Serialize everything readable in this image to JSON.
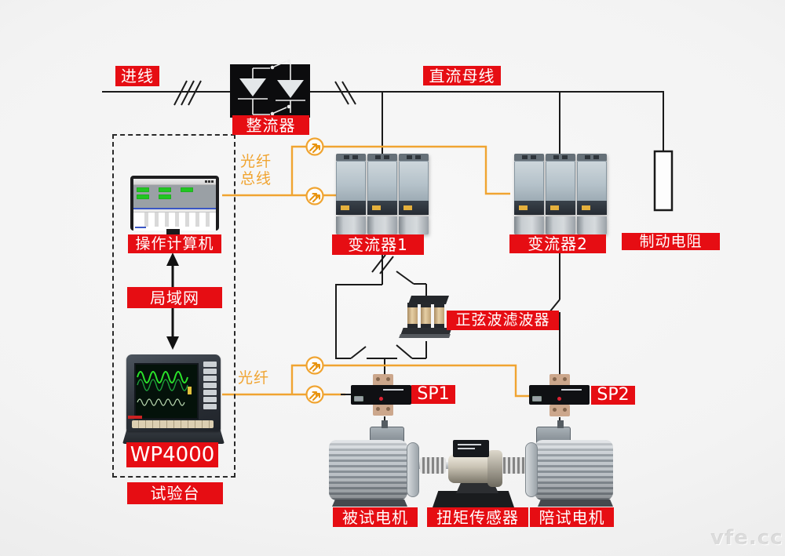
{
  "labels": {
    "incoming_line": "进线",
    "rectifier": "整流器",
    "dc_bus": "直流母线",
    "fiber_bus": "光纤总线",
    "fiber": "光纤",
    "operator_computer": "操作计算机",
    "lan": "局域网",
    "converter1": "变流器1",
    "converter2": "变流器2",
    "braking_resistor": "制动电阻",
    "sine_wave_filter": "正弦波滤波器",
    "wp4000": "WP4000",
    "test_bench": "试验台",
    "sp1": "SP1",
    "sp2": "SP2",
    "motor_under_test": "被试电机",
    "torque_sensor": "扭矩传感器",
    "companion_motor": "陪试电机"
  },
  "watermark": "vfe.cc",
  "colors": {
    "label_background": "#e60d13",
    "label_text": "#ffffff",
    "fiber_line": "#f0a431",
    "circuit_line": "#1a1a1a"
  }
}
